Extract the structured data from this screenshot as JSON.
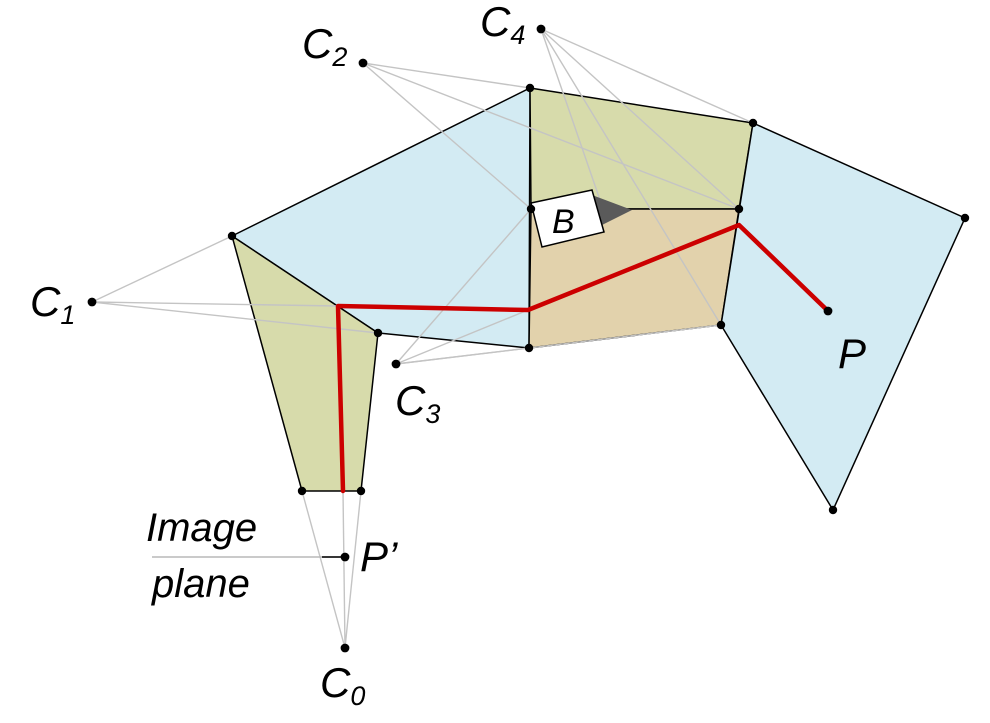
{
  "colors": {
    "blue_region": "#d3ebf3",
    "green_region": "#d7dbab",
    "tan_region": "#e2d2ac",
    "light_path": "#cc0000",
    "ray": "#c4c4c4",
    "blocker_shadow": "#5a5a5a"
  },
  "labels": {
    "c0": "C",
    "c0_sub": "0",
    "c1": "C",
    "c1_sub": "1",
    "c2": "C",
    "c2_sub": "2",
    "c3": "C",
    "c3_sub": "3",
    "c4": "C",
    "c4_sub": "4",
    "p": "P",
    "p_prime": "P’",
    "b": "B",
    "image_plane_line1": "Image",
    "image_plane_line2": "plane"
  }
}
